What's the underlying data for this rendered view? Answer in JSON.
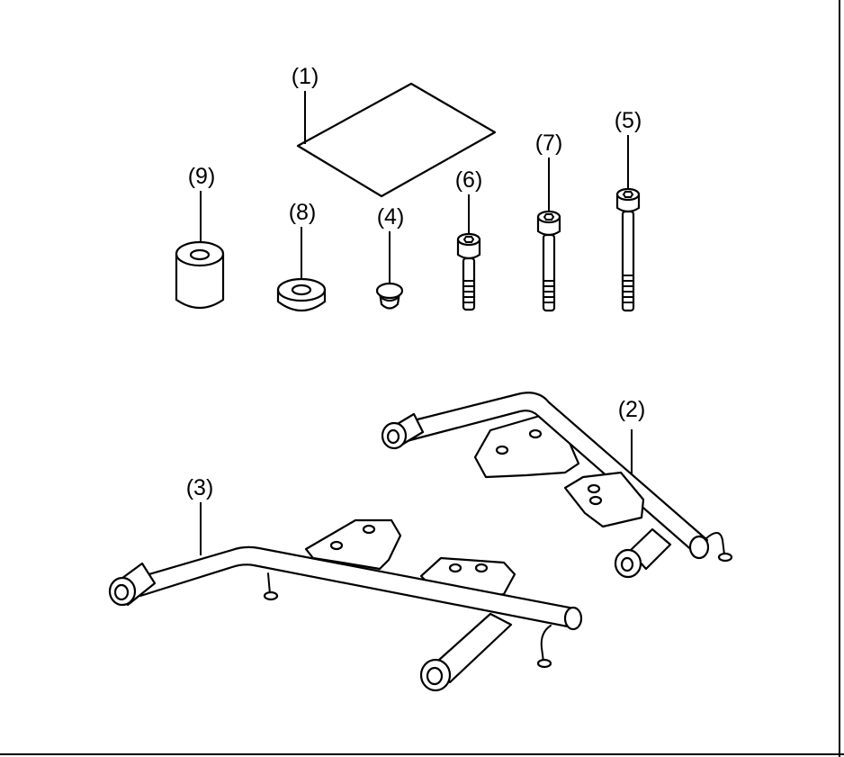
{
  "diagram": {
    "callouts": [
      {
        "id": "1",
        "text": "(1)"
      },
      {
        "id": "2",
        "text": "(2)"
      },
      {
        "id": "3",
        "text": "(3)"
      },
      {
        "id": "4",
        "text": "(4)"
      },
      {
        "id": "5",
        "text": "(5)"
      },
      {
        "id": "6",
        "text": "(6)"
      },
      {
        "id": "7",
        "text": "(7)"
      },
      {
        "id": "8",
        "text": "(8)"
      },
      {
        "id": "9",
        "text": "(9)"
      }
    ]
  }
}
